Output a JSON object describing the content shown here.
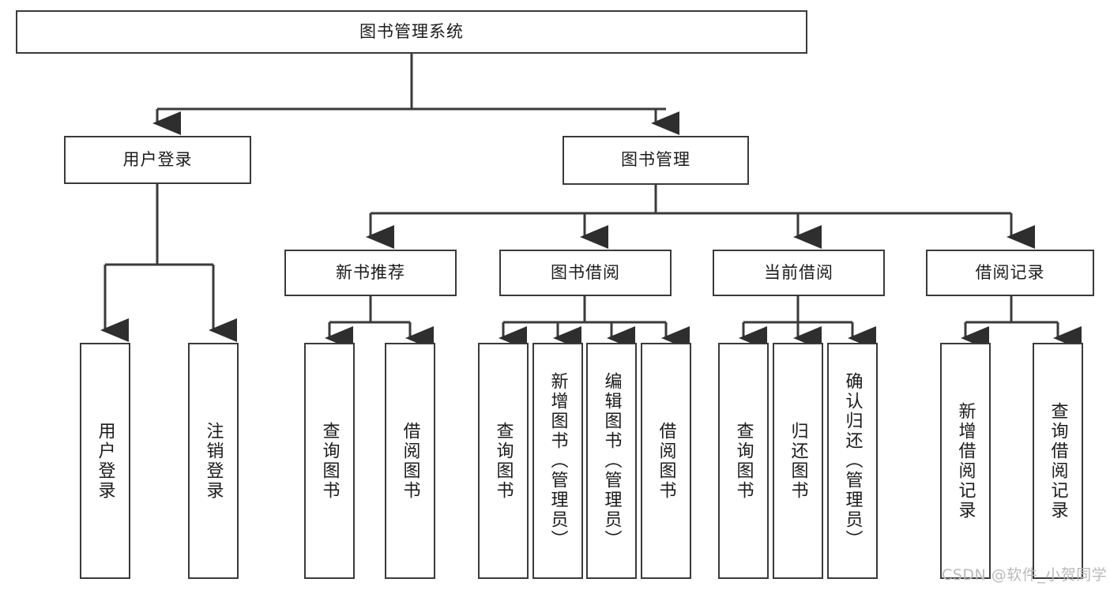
{
  "diagram": {
    "title": "图书管理系统",
    "type": "tree-hierarchy-chart",
    "root": {
      "label": "图书管理系统"
    },
    "level2": [
      {
        "label": "用户登录"
      },
      {
        "label": "图书管理"
      }
    ],
    "level3": [
      {
        "label": "新书推荐"
      },
      {
        "label": "图书借阅"
      },
      {
        "label": "当前借阅"
      },
      {
        "label": "借阅记录"
      }
    ],
    "leaves": {
      "user_login": [
        {
          "label": "用户登录"
        },
        {
          "label": "注销登录"
        }
      ],
      "new_book_recommend": [
        {
          "label": "查询图书"
        },
        {
          "label": "借阅图书"
        }
      ],
      "book_borrow": [
        {
          "label": "查询图书"
        },
        {
          "label": "新增图书（管理员）"
        },
        {
          "label": "编辑图书（管理员）"
        },
        {
          "label": "借阅图书"
        }
      ],
      "current_borrow": [
        {
          "label": "查询图书"
        },
        {
          "label": "归还图书"
        },
        {
          "label": "确认归还（管理员）"
        }
      ],
      "borrow_records": [
        {
          "label": "新增借阅记录"
        },
        {
          "label": "查询借阅记录"
        }
      ]
    }
  },
  "watermark": {
    "text": "CSDN @软件_小贺同学"
  },
  "colors": {
    "background": "#ffffff",
    "stroke": "#3a3a3a",
    "text": "#1b1b1b",
    "watermark": "#b9b9b9"
  }
}
